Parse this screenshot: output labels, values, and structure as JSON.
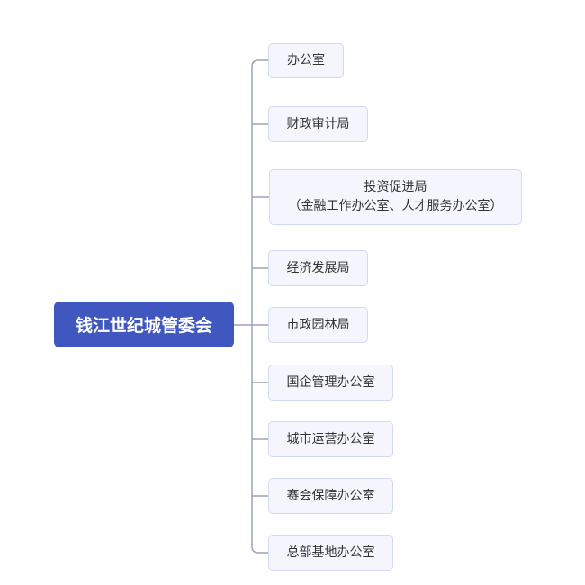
{
  "root": {
    "label": "钱江世纪城管委会"
  },
  "departments": [
    {
      "label": "办公室"
    },
    {
      "label": "财政审计局"
    },
    {
      "label": "投资促进局",
      "sublabel": "（金融工作办公室、人才服务办公室）"
    },
    {
      "label": "经济发展局"
    },
    {
      "label": "市政园林局"
    },
    {
      "label": "国企管理办公室"
    },
    {
      "label": "城市运营办公室"
    },
    {
      "label": "赛会保障办公室"
    },
    {
      "label": "总部基地办公室"
    }
  ],
  "colors": {
    "root_fill": "#3f57be",
    "node_fill": "#f5f6fd",
    "node_border": "#d3d8f3",
    "connector": "#9aa3bd"
  }
}
